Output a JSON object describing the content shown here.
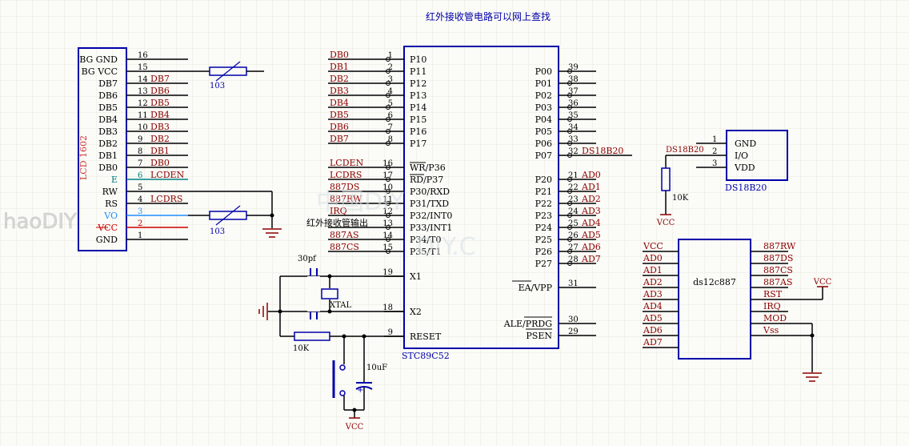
{
  "title": "红外接收管电路可以网上查找",
  "watermark": {
    "logo": "haoDIY",
    "overlay_1": "中国DIY",
    "overlay_2": "DIY.C"
  },
  "colors": {
    "wire": "#000000",
    "part": "#0000aa",
    "net": "#8b0000",
    "pin": "#000000",
    "grid": "#e8e8e0",
    "e_pin": "#008080",
    "vo_pin": "#1e90ff",
    "vcc_pin": "#cc0000"
  },
  "lcd": {
    "name": "LCD 1602",
    "pins": [
      {
        "num": "16",
        "label": "BG GND",
        "net": ""
      },
      {
        "num": "15",
        "label": "BG VCC",
        "net": ""
      },
      {
        "num": "14",
        "label": "DB7",
        "net": "DB7"
      },
      {
        "num": "13",
        "label": "DB6",
        "net": "DB6"
      },
      {
        "num": "12",
        "label": "DB5",
        "net": "DB5"
      },
      {
        "num": "11",
        "label": "DB4",
        "net": "DB4"
      },
      {
        "num": "10",
        "label": "DB3",
        "net": "DB3"
      },
      {
        "num": "9",
        "label": "DB2",
        "net": "DB2"
      },
      {
        "num": "8",
        "label": "DB1",
        "net": "DB1"
      },
      {
        "num": "7",
        "label": "DB0",
        "net": "DB0"
      },
      {
        "num": "6",
        "label": "E",
        "net": "LCDEN"
      },
      {
        "num": "5",
        "label": "RW",
        "net": ""
      },
      {
        "num": "4",
        "label": "RS",
        "net": "LCDRS"
      },
      {
        "num": "3",
        "label": "VO",
        "net": ""
      },
      {
        "num": "2",
        "label": "VCC",
        "net": ""
      },
      {
        "num": "1",
        "label": "GND",
        "net": ""
      }
    ]
  },
  "pot1": {
    "value": "103"
  },
  "pot2": {
    "value": "103"
  },
  "mcu": {
    "name": "STC89C52",
    "left_pins": [
      {
        "num": "1",
        "label": "P10",
        "net": "DB0"
      },
      {
        "num": "2",
        "label": "P11",
        "net": "DB1"
      },
      {
        "num": "3",
        "label": "P12",
        "net": "DB2"
      },
      {
        "num": "4",
        "label": "P13",
        "net": "DB3"
      },
      {
        "num": "5",
        "label": "P14",
        "net": "DB4"
      },
      {
        "num": "6",
        "label": "P15",
        "net": "DB5"
      },
      {
        "num": "7",
        "label": "P16",
        "net": "DB6"
      },
      {
        "num": "8",
        "label": "P17",
        "net": "DB7"
      },
      {
        "num": "16",
        "label": "WR/P36",
        "net": "LCDEN"
      },
      {
        "num": "17",
        "label": "RD/P37",
        "net": "LCDRS"
      },
      {
        "num": "10",
        "label": "P30/RXD",
        "net": "887DS"
      },
      {
        "num": "11",
        "label": "P31/TXD",
        "net": "887RW"
      },
      {
        "num": "12",
        "label": "P32/INT0",
        "net": "IRQ"
      },
      {
        "num": "13",
        "label": "P33/INT1",
        "net": "红外接收管输出"
      },
      {
        "num": "14",
        "label": "P34/T0",
        "net": "887AS"
      },
      {
        "num": "15",
        "label": "P35/T1",
        "net": "887CS"
      },
      {
        "num": "19",
        "label": "X1",
        "net": ""
      },
      {
        "num": "18",
        "label": "X2",
        "net": ""
      },
      {
        "num": "9",
        "label": "RESET",
        "net": ""
      }
    ],
    "right_pins": [
      {
        "num": "39",
        "label": "P00",
        "net": ""
      },
      {
        "num": "38",
        "label": "P01",
        "net": ""
      },
      {
        "num": "37",
        "label": "P02",
        "net": ""
      },
      {
        "num": "36",
        "label": "P03",
        "net": ""
      },
      {
        "num": "35",
        "label": "P04",
        "net": ""
      },
      {
        "num": "34",
        "label": "P05",
        "net": ""
      },
      {
        "num": "33",
        "label": "P06",
        "net": ""
      },
      {
        "num": "32",
        "label": "P07",
        "net": "DS18B20"
      },
      {
        "num": "21",
        "label": "P20",
        "net": "AD0"
      },
      {
        "num": "22",
        "label": "P21",
        "net": "AD1"
      },
      {
        "num": "23",
        "label": "P22",
        "net": "AD2"
      },
      {
        "num": "24",
        "label": "P23",
        "net": "AD3"
      },
      {
        "num": "25",
        "label": "P24",
        "net": "AD4"
      },
      {
        "num": "26",
        "label": "P25",
        "net": "AD5"
      },
      {
        "num": "27",
        "label": "P26",
        "net": "AD6"
      },
      {
        "num": "28",
        "label": "P27",
        "net": "AD7"
      },
      {
        "num": "31",
        "label": "EA/VPP",
        "net": ""
      },
      {
        "num": "30",
        "label": "ALE/PRDG",
        "net": ""
      },
      {
        "num": "29",
        "label": "PSEN",
        "net": ""
      }
    ]
  },
  "crystal": {
    "cap_value": "30pf",
    "xtal_label": "XTAL"
  },
  "reset": {
    "res_value": "10K",
    "cap_value": "10uF",
    "vcc_label": "VCC"
  },
  "ds18b20": {
    "name": "DS18B20",
    "net": "DS18B20",
    "pins": [
      {
        "num": "1",
        "label": "GND"
      },
      {
        "num": "2",
        "label": "I/O"
      },
      {
        "num": "3",
        "label": "VDD"
      }
    ],
    "res_value": "10K",
    "vcc_label": "VCC"
  },
  "rtc": {
    "name": "ds12c887",
    "left_pins": [
      "VCC",
      "AD0",
      "AD1",
      "AD2",
      "AD3",
      "AD4",
      "AD5",
      "AD6",
      "AD7"
    ],
    "right_pins": [
      "887RW",
      "887DS",
      "887CS",
      "887AS",
      "RST",
      "IRQ",
      "MOD",
      "Vss"
    ],
    "vcc_label": "VCC"
  }
}
